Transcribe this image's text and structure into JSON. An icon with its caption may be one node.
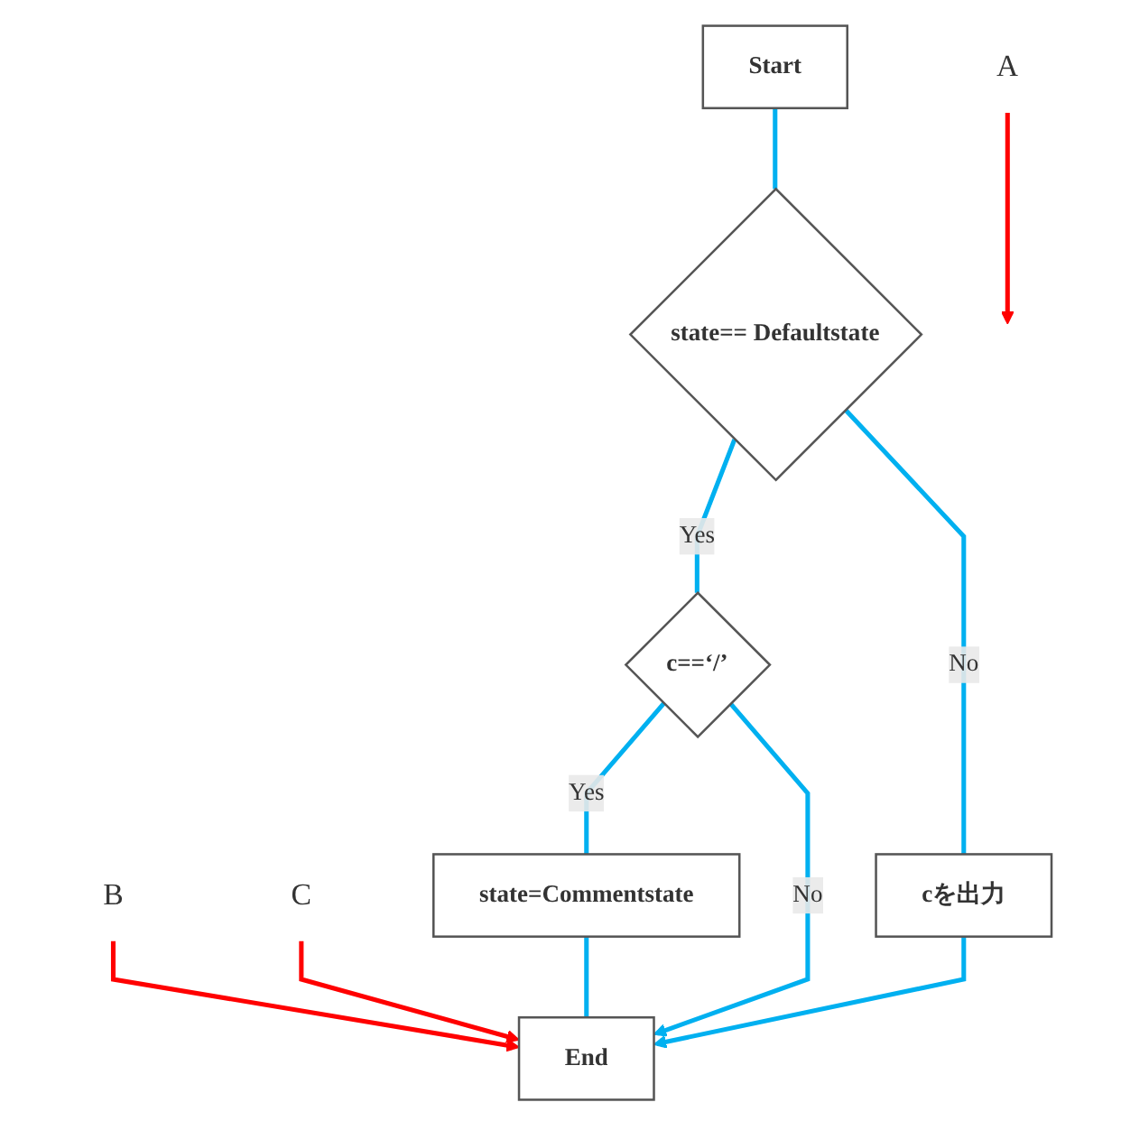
{
  "diagram": {
    "nodes": [
      {
        "text": [
          "A"
        ]
      },
      {
        "text": [
          "Start"
        ]
      },
      {
        "text": [
          "B"
        ]
      },
      {
        "text": [
          "C"
        ]
      },
      {
        "text": [
          "state== Defaultstate"
        ]
      },
      {
        "text": [
          "cを出力"
        ]
      },
      {
        "text": [
          "c==‘/’"
        ]
      },
      {
        "text": [
          "state=Commentstate"
        ]
      },
      {
        "text": [
          "End"
        ]
      }
    ],
    "edges": [
      {
        "from": 1,
        "to": 4,
        "arrow": "none"
      },
      {
        "from": 4,
        "to": 6,
        "arrow": "none",
        "label": "Yes"
      },
      {
        "from": 4,
        "to": 5,
        "arrow": "none",
        "label": "No"
      },
      {
        "from": 6,
        "to": 7,
        "arrow": "none",
        "label": "Yes"
      },
      {
        "from": 6,
        "to": 8,
        "arrow": "to",
        "label": "No"
      },
      {
        "from": 5,
        "to": 8,
        "arrow": "to"
      },
      {
        "from": 7,
        "to": 8,
        "arrow": "none"
      },
      {
        "from": 0,
        "to": null,
        "arrow": "to",
        "color": "#ff0000"
      },
      {
        "from": 2,
        "to": 8,
        "arrow": "to",
        "color": "#ff0000"
      },
      {
        "from": 3,
        "to": 8,
        "arrow": "to",
        "color": "#ff0000"
      }
    ]
  }
}
